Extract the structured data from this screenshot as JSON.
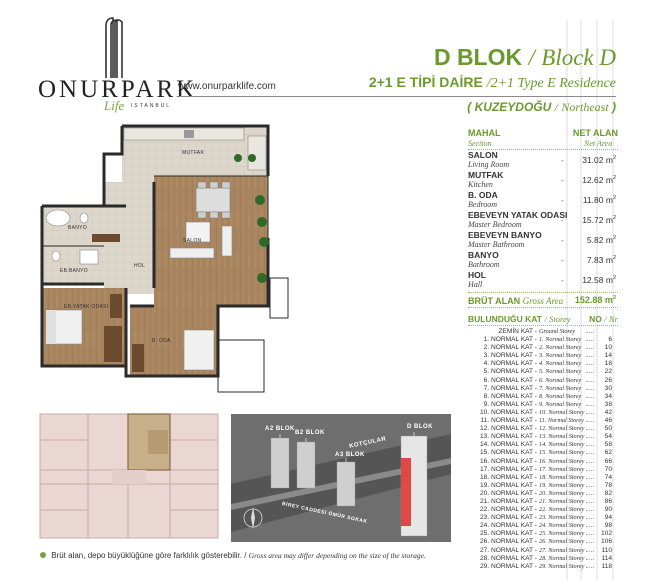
{
  "brand": {
    "name": "ONURPARK",
    "sub_script": "Life",
    "sub_city": "ISTANBUL",
    "website": "www.onurparklife.com"
  },
  "title": {
    "block_tr": "D BLOK",
    "block_sep": "/",
    "block_en": "Block D",
    "type_tr": "2+1 E TİPİ DAİRE",
    "type_sep": "/",
    "type_en": "2+1 Type E Residence",
    "dir_open": "(",
    "dir_tr": "KUZEYDOĞU",
    "dir_sep": "/",
    "dir_en": "Northeast",
    "dir_close": ")"
  },
  "area_table": {
    "col1_tr": "MAHAL",
    "col1_en": "Section",
    "col2_tr": "NET ALAN",
    "col2_en": "Net Area",
    "unit": "m",
    "unit_exp": "2",
    "dash": "-",
    "rows": [
      {
        "tr": "SALON",
        "en": "Living Room",
        "value": "31.02"
      },
      {
        "tr": "MUTFAK",
        "en": "Kitchen",
        "value": "12.62"
      },
      {
        "tr": "B. ODA",
        "en": "Bedroom",
        "value": "11.80"
      },
      {
        "tr": "EBEVEYN YATAK ODASI",
        "en": "Master Bedroom",
        "value": "15.72"
      },
      {
        "tr": "EBEVEYN BANYO",
        "en": "Master Bathroom",
        "value": "5.82"
      },
      {
        "tr": "BANYO",
        "en": "Bathroom",
        "value": "7.83"
      },
      {
        "tr": "HOL",
        "en": "Hall",
        "value": "12.58"
      }
    ],
    "gross_tr": "BRÜT ALAN",
    "gross_en": "Gross Area",
    "gross_value": "152.88"
  },
  "floors_table": {
    "header_tr": "BULUNDUĞU KAT",
    "header_sep": "/",
    "header_en": "Storey",
    "no_tr": "NO",
    "no_sep": "/",
    "no_en": "Nr",
    "rows": [
      {
        "tr": "ZEMİN KAT -",
        "en": "Ground Storey",
        "no": ""
      },
      {
        "tr": "1. NORMAL KAT -",
        "en": "1. Normal Storey",
        "no": "6"
      },
      {
        "tr": "2. NORMAL KAT -",
        "en": "2. Normal Storey",
        "no": "10"
      },
      {
        "tr": "3. NORMAL KAT -",
        "en": "3. Normal Storey",
        "no": "14"
      },
      {
        "tr": "4. NORMAL KAT -",
        "en": "4. Normal Storey",
        "no": "18"
      },
      {
        "tr": "5. NORMAL KAT -",
        "en": "5. Normal Storey",
        "no": "22"
      },
      {
        "tr": "6. NORMAL KAT -",
        "en": "6. Normal Storey",
        "no": "26"
      },
      {
        "tr": "7. NORMAL KAT -",
        "en": "7. Normal Storey",
        "no": "30"
      },
      {
        "tr": "8. NORMAL KAT -",
        "en": "8. Normal Storey",
        "no": "34"
      },
      {
        "tr": "9. NORMAL KAT -",
        "en": "9. Normal Storey",
        "no": "38"
      },
      {
        "tr": "10. NORMAL KAT -",
        "en": "10. Normal Storey",
        "no": "42"
      },
      {
        "tr": "11. NORMAL KAT -",
        "en": "11. Normal Storey",
        "no": "46"
      },
      {
        "tr": "12. NORMAL KAT -",
        "en": "12. Normal Storey",
        "no": "50"
      },
      {
        "tr": "13. NORMAL KAT -",
        "en": "13. Normal Storey",
        "no": "54"
      },
      {
        "tr": "14. NORMAL KAT -",
        "en": "14. Normal Storey",
        "no": "58"
      },
      {
        "tr": "15. NORMAL KAT -",
        "en": "15. Normal Storey",
        "no": "62"
      },
      {
        "tr": "16. NORMAL KAT -",
        "en": "16. Normal Storey",
        "no": "66"
      },
      {
        "tr": "17. NORMAL KAT -",
        "en": "17. Normal Storey",
        "no": "70"
      },
      {
        "tr": "18. NORMAL KAT -",
        "en": "18. Normal Storey",
        "no": "74"
      },
      {
        "tr": "19. NORMAL KAT -",
        "en": "19. Normal Storey",
        "no": "78"
      },
      {
        "tr": "20. NORMAL KAT -",
        "en": "20. Normal Storey",
        "no": "82"
      },
      {
        "tr": "21. NORMAL KAT -",
        "en": "21. Normal Storey",
        "no": "86"
      },
      {
        "tr": "22. NORMAL KAT -",
        "en": "22. Normal Storey",
        "no": "90"
      },
      {
        "tr": "23. NORMAL KAT -",
        "en": "23. Normal Storey",
        "no": "94"
      },
      {
        "tr": "24. NORMAL KAT -",
        "en": "24. Normal Storey",
        "no": "98"
      },
      {
        "tr": "25. NORMAL KAT -",
        "en": "25. Normal Storey",
        "no": "102"
      },
      {
        "tr": "26. NORMAL KAT -",
        "en": "26. Normal Storey",
        "no": "106"
      },
      {
        "tr": "27. NORMAL KAT -",
        "en": "27. Normal Storey",
        "no": "110"
      },
      {
        "tr": "28. NORMAL KAT -",
        "en": "28. Normal Storey",
        "no": "114"
      },
      {
        "tr": "29. NORMAL KAT -",
        "en": "29. Normal Storey",
        "no": "118"
      }
    ]
  },
  "plan_labels": {
    "kitchen": "MUTFAK",
    "bathroom": "BANYO",
    "master_bath": "EB.BANYO",
    "hall": "HOL",
    "living": "SALON",
    "master_bed": "EB.YATAK ODASI",
    "bedroom": "B. ODA"
  },
  "render_labels": {
    "a2": "A2 BLOK",
    "b2": "B2 BLOK",
    "a3": "A3 BLOK",
    "d": "D BLOK",
    "street1": "KOTÇULAR",
    "street2": "BİREY CADDESİ ÖMÜR SOKAK"
  },
  "footnote": {
    "tr": "Brüt alan, depo büyüklüğüne göre farklılık gösterebilir.",
    "sep": "/",
    "en": "Gross area may differ depending on the size of the storage."
  },
  "colors": {
    "brand_green": "#6a9a2c",
    "wood_floor": "#a9865f",
    "tile": "#d9d3c8",
    "wall": "#2a2a2a"
  }
}
